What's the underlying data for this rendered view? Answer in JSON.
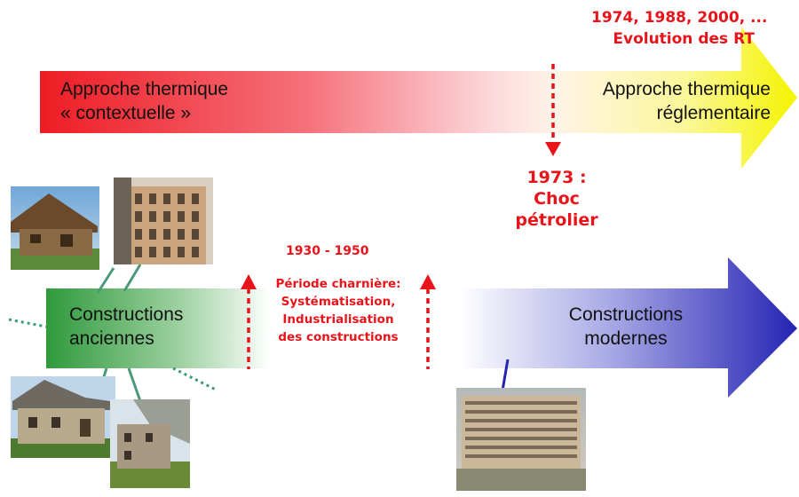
{
  "top_arrow": {
    "left_label_line1": "Approche thermique",
    "left_label_line2": "« contextuelle »",
    "right_label_line1": "Approche thermique",
    "right_label_line2": "réglementaire",
    "rt_dates": "1974, 1988, 2000, ...",
    "rt_caption": "Evolution des RT"
  },
  "oil_shock": {
    "year": "1973 :",
    "line1": "Choc",
    "line2": "pétrolier"
  },
  "bottom_arrow": {
    "left_label_line1": "Constructions",
    "left_label_line2": "anciennes",
    "right_label_line1": "Constructions",
    "right_label_line2": "modernes"
  },
  "transition": {
    "years": "1930 - 1950",
    "line1": "Période charnière:",
    "line2": "Systématisation,",
    "line3": "Industrialisation",
    "line4": "des constructions"
  },
  "colors": {
    "red": "#ee1c24",
    "yellow": "#f7f700",
    "green": "#2f9a3c",
    "blue": "#2a2ab8",
    "annotation_red": "#e8141a"
  }
}
